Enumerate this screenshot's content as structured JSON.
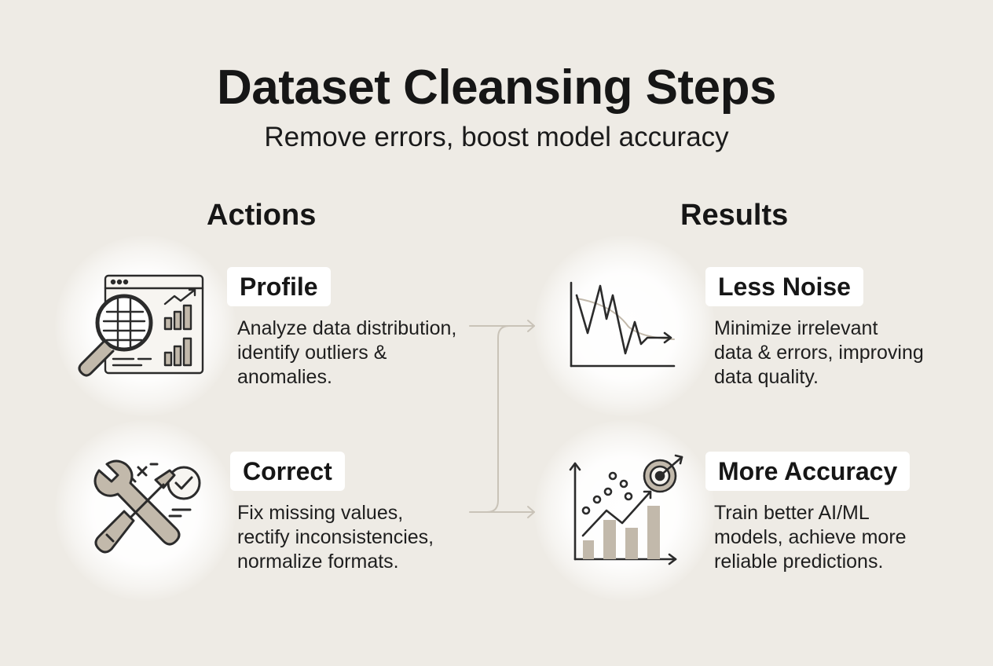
{
  "header": {
    "title": "Dataset Cleansing Steps",
    "subtitle": "Remove errors, boost model accuracy"
  },
  "columns": {
    "left": "Actions",
    "right": "Results"
  },
  "actions": [
    {
      "label": "Profile",
      "icon": "data-profile-magnifier-icon",
      "lines": [
        "Analyze data distribution,",
        "identify outliers &",
        "anomalies."
      ]
    },
    {
      "label": "Correct",
      "icon": "wrench-screwdriver-icon",
      "lines": [
        "Fix missing values,",
        "rectify inconsistencies,",
        "normalize formats."
      ]
    }
  ],
  "results": [
    {
      "label": "Less Noise",
      "icon": "noise-reduction-graph-icon",
      "lines": [
        "Minimize irrelevant",
        "data & errors, improving",
        "data quality."
      ]
    },
    {
      "label": "More Accuracy",
      "icon": "accuracy-target-chart-icon",
      "lines": [
        "Train better AI/ML",
        "models, achieve more",
        "reliable predictions."
      ]
    }
  ],
  "colors": {
    "background": "#eeebe5",
    "text": "#161616",
    "icon_stroke": "#2b2b2b",
    "icon_fill": "#c2b9ab",
    "connector": "#c9c3b8"
  }
}
